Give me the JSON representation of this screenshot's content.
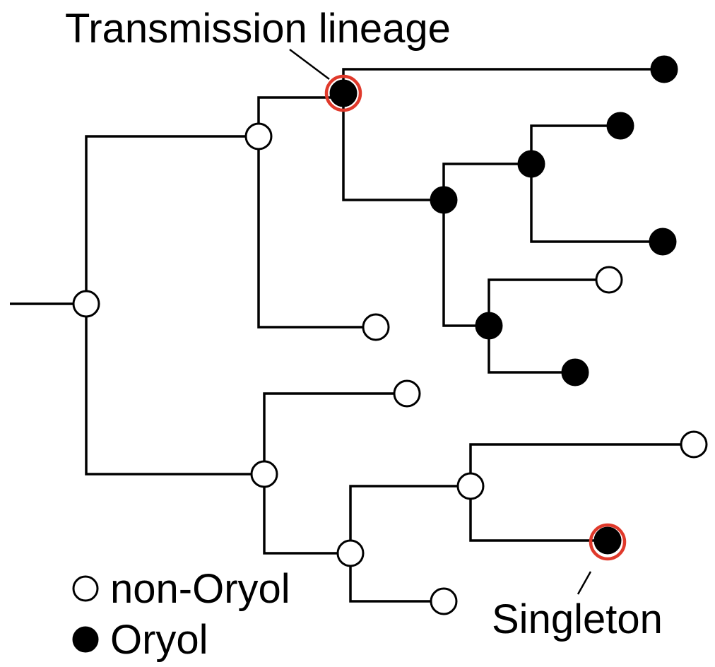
{
  "annotations": {
    "transmission_lineage": "Transmission lineage",
    "singleton": "Singleton"
  },
  "legend": {
    "open": "non-Oryol",
    "filled": "Oryol"
  },
  "colors": {
    "branch": "#000000",
    "open_fill": "#ffffff",
    "filled_fill": "#000000",
    "highlight": "#e0392b"
  },
  "icons": {
    "open_node": "open-circle-icon",
    "filled_node": "filled-circle-icon",
    "highlight": "red-ring-icon"
  }
}
